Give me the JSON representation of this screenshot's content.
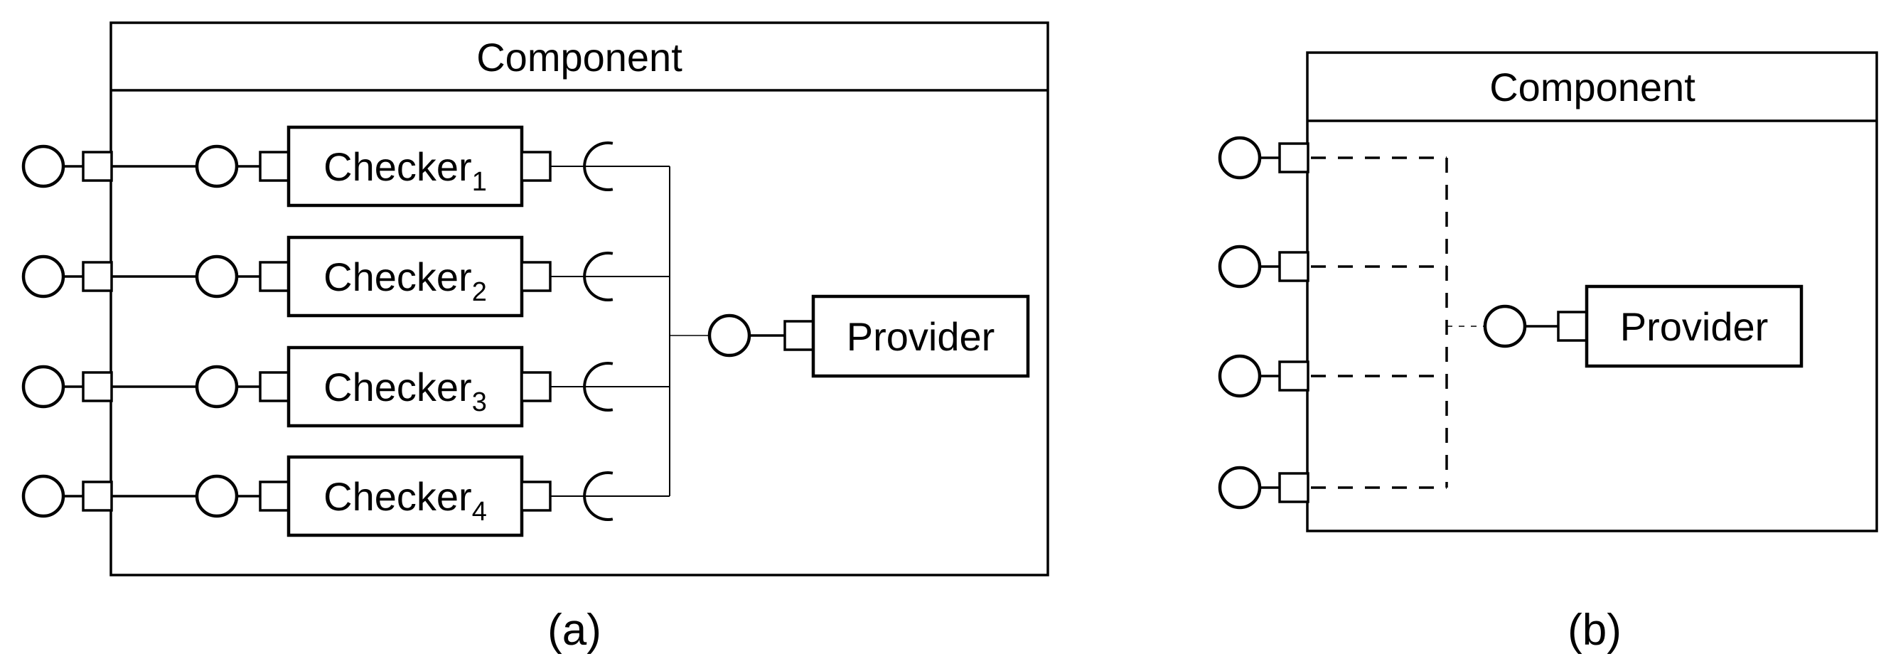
{
  "figure": {
    "type": "uml-component-diagram",
    "colors": {
      "line": "#000000",
      "background": "#ffffff"
    }
  },
  "diagram_a": {
    "caption": "(a)",
    "component_title": "Component",
    "checkers": [
      {
        "label": "Checker",
        "sub": "1"
      },
      {
        "label": "Checker",
        "sub": "2"
      },
      {
        "label": "Checker",
        "sub": "3"
      },
      {
        "label": "Checker",
        "sub": "4"
      }
    ],
    "provider_label": "Provider"
  },
  "diagram_b": {
    "caption": "(b)",
    "component_title": "Component",
    "external_port_count": 4,
    "provider_label": "Provider"
  }
}
